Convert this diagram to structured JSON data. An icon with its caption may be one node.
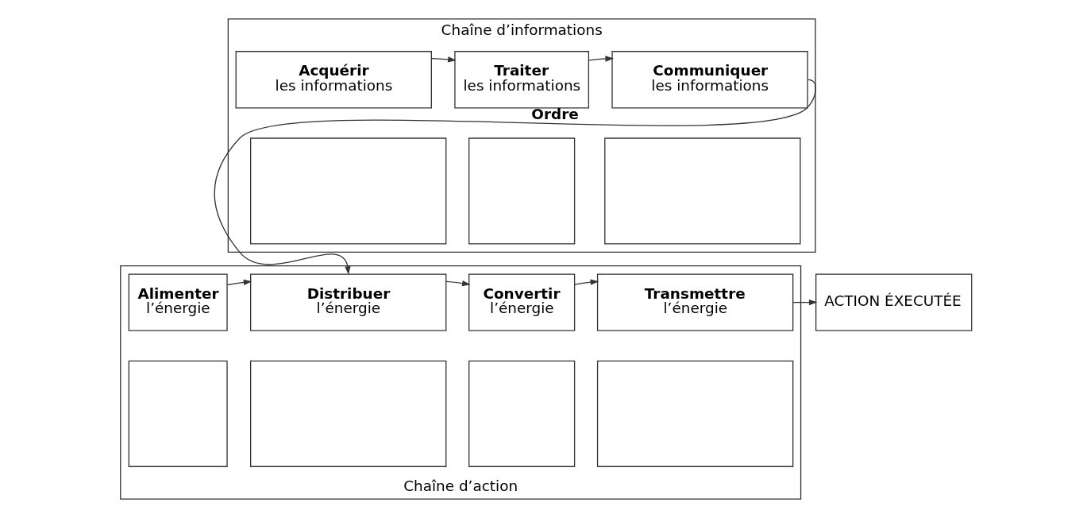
{
  "diagram": {
    "nodes": [
      {
        "text": [
          "Chaîne d’informations"
        ]
      },
      {
        "text": [
          "Acquérir",
          "les informations"
        ],
        "in": 0
      },
      {
        "text": [
          "Traiter",
          "les informations"
        ],
        "in": 0
      },
      {
        "text": [
          "Communiquer",
          "les informations"
        ],
        "in": 0
      },
      {
        "text": [],
        "shape": "box",
        "in": 0
      },
      {
        "text": [],
        "shape": "box",
        "in": 0
      },
      {
        "text": [],
        "shape": "box",
        "in": 0
      },
      {
        "text": [
          "Chaîne d’action"
        ]
      },
      {
        "text": [
          "Alimenter",
          "l’énergie"
        ],
        "in": 7
      },
      {
        "text": [
          "Distribuer",
          "l’énergie"
        ],
        "in": 7
      },
      {
        "text": [
          "Convertir",
          "l’énergie"
        ],
        "in": 7
      },
      {
        "text": [
          "Transmettre",
          "l’énergie"
        ],
        "in": 7
      },
      {
        "text": [
          "ACTION ÉXECUTÉE"
        ]
      },
      {
        "text": [],
        "shape": "box",
        "in": 7
      },
      {
        "text": [],
        "shape": "box",
        "in": 7
      },
      {
        "text": [],
        "shape": "box",
        "in": 7
      },
      {
        "text": [],
        "shape": "box",
        "in": 7
      }
    ],
    "edges": [
      {
        "from": 1,
        "to": 2,
        "arrow": "to"
      },
      {
        "from": 2,
        "to": 3,
        "arrow": "to"
      },
      {
        "from": 3,
        "to": 9,
        "arrow": "to",
        "label": "Ordre"
      },
      {
        "from": 8,
        "to": 9,
        "arrow": "to"
      },
      {
        "from": 9,
        "to": 10,
        "arrow": "to"
      },
      {
        "from": 10,
        "to": 11,
        "arrow": "to"
      },
      {
        "from": 11,
        "to": 12,
        "arrow": "to"
      }
    ]
  }
}
